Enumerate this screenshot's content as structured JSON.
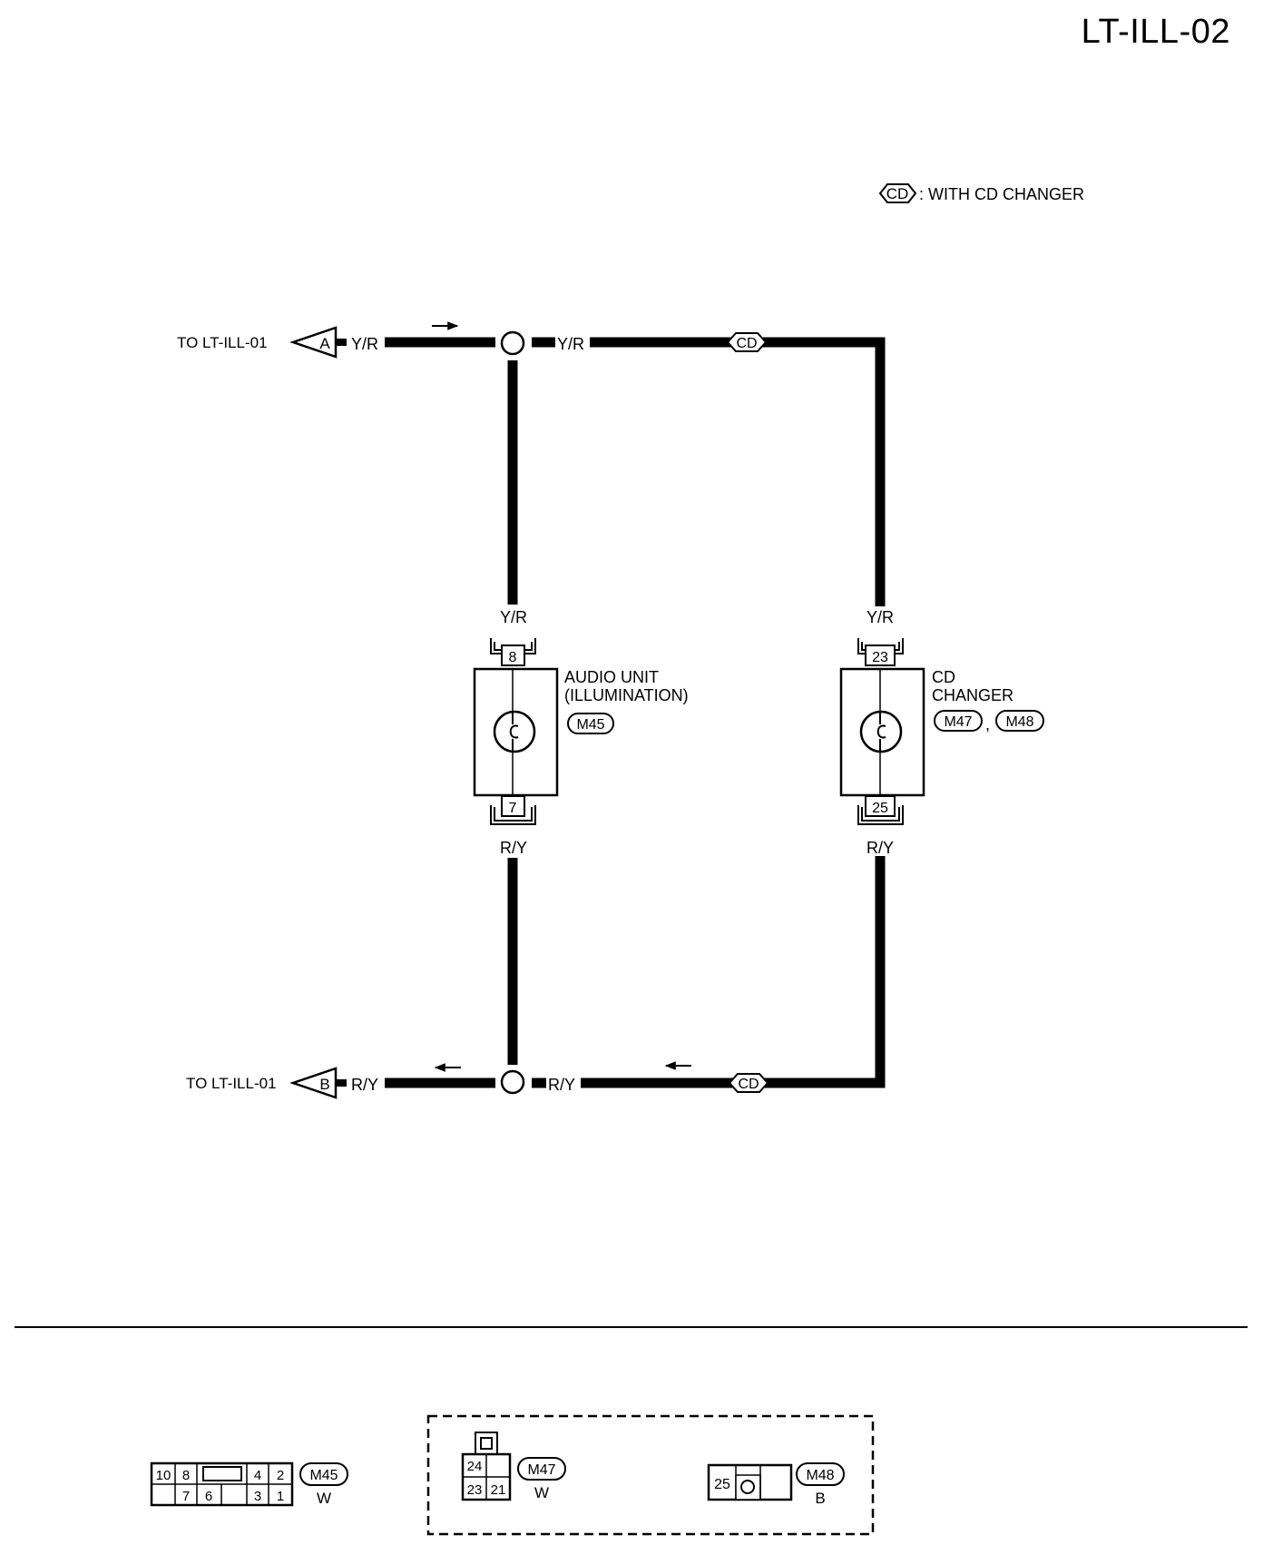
{
  "page": {
    "title": "LT-ILL-02"
  },
  "legend": {
    "symbol": "CD",
    "text": ": WITH CD CHANGER"
  },
  "connectors": {
    "A": {
      "letter": "A",
      "destination": "TO LT-ILL-01",
      "wire": "Y/R"
    },
    "B": {
      "letter": "B",
      "destination": "TO LT-ILL-01",
      "wire": "R/Y"
    }
  },
  "wires": {
    "top_right": "Y/R",
    "bottom_right": "R/Y",
    "cd_tag_top": "CD",
    "cd_tag_bottom": "CD"
  },
  "components": {
    "audio_unit": {
      "name_line1": "AUDIO UNIT",
      "name_line2": "(ILLUMINATION)",
      "connector": "M45",
      "top_wire": "Y/R",
      "top_pin": "8",
      "bottom_pin": "7",
      "bottom_wire": "R/Y"
    },
    "cd_changer": {
      "name_line1": "CD",
      "name_line2": "CHANGER",
      "connector1": "M47",
      "separator": ",",
      "connector2": "M48",
      "top_wire": "Y/R",
      "top_pin": "23",
      "bottom_pin": "25",
      "bottom_wire": "R/Y"
    }
  },
  "connector_views": {
    "m45": {
      "id": "M45",
      "color": "W",
      "top_row": [
        "10",
        "8",
        "",
        "4",
        "2"
      ],
      "bottom_row": [
        "",
        "7",
        "6",
        "",
        "3",
        "1"
      ]
    },
    "m47": {
      "id": "M47",
      "color": "W",
      "top_row": [
        "24",
        ""
      ],
      "bottom_row": [
        "23",
        "21"
      ]
    },
    "m48": {
      "id": "M48",
      "color": "B",
      "pin": "25"
    }
  }
}
